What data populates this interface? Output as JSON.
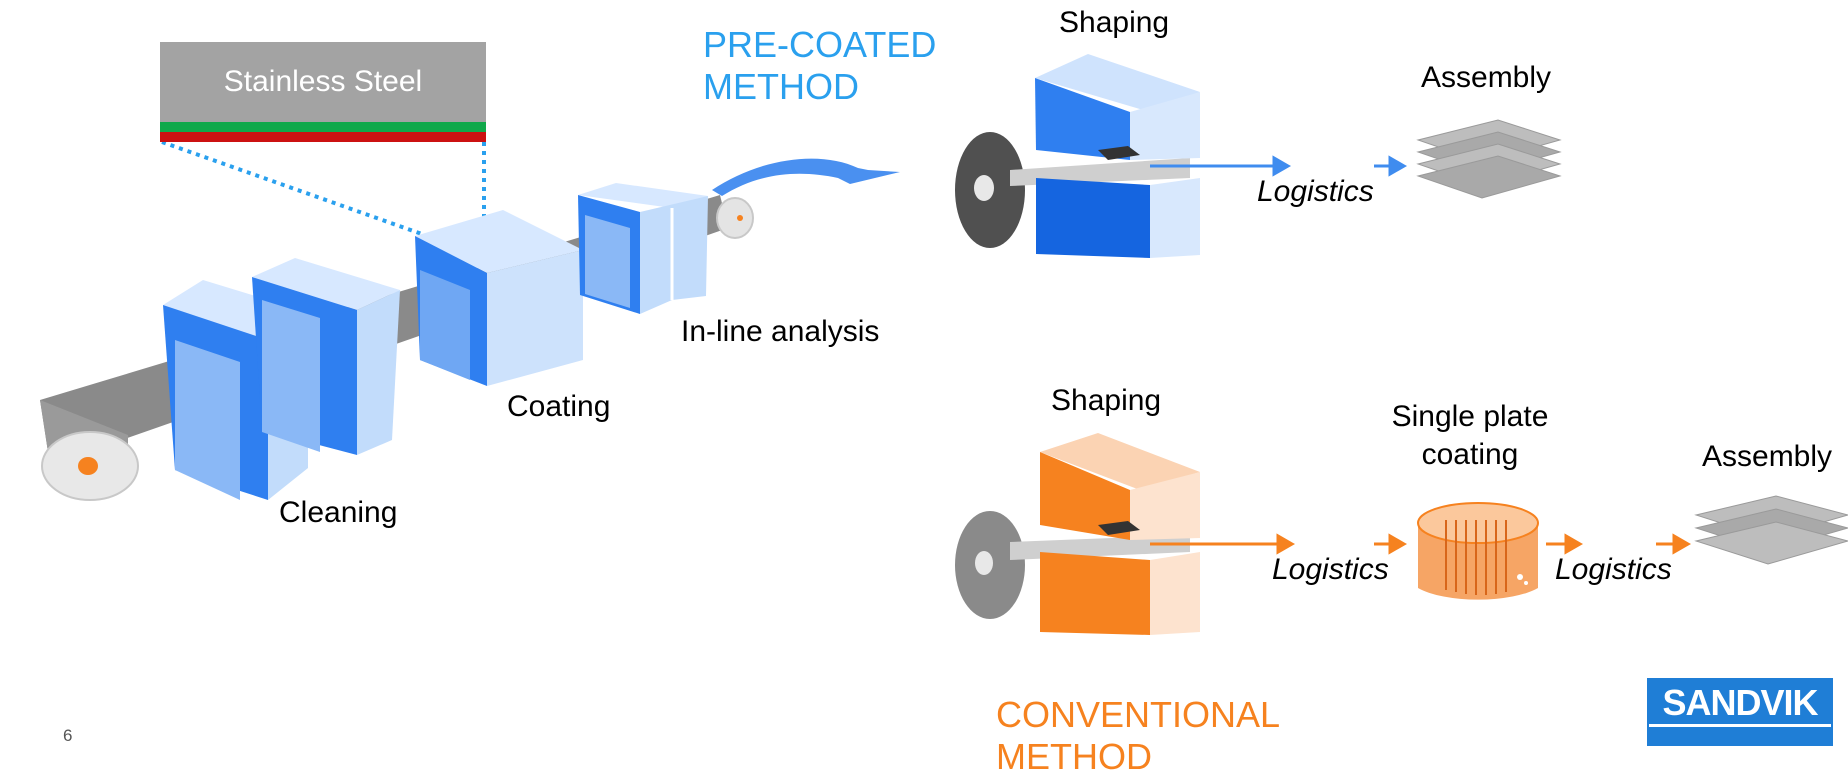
{
  "page_number": "6",
  "material": {
    "label": "Stainless Steel"
  },
  "pre_coated": {
    "title_line1": "PRE-COATED",
    "title_line2": "METHOD",
    "color": "#2aa0ee",
    "stages": {
      "cleaning": "Cleaning",
      "coating": "Coating",
      "inline_analysis": "In-line analysis",
      "shaping": "Shaping",
      "logistics": "Logistics",
      "assembly": "Assembly"
    }
  },
  "conventional": {
    "title_line1": "CONVENTIONAL",
    "title_line2": "METHOD",
    "color": "#f6821f",
    "stages": {
      "shaping": "Shaping",
      "logistics_1": "Logistics",
      "single_plate_line1": "Single plate",
      "single_plate_line2": "coating",
      "logistics_2": "Logistics",
      "assembly": "Assembly"
    }
  },
  "logo": {
    "text": "SANDVIK",
    "color": "#1f7ed6"
  }
}
